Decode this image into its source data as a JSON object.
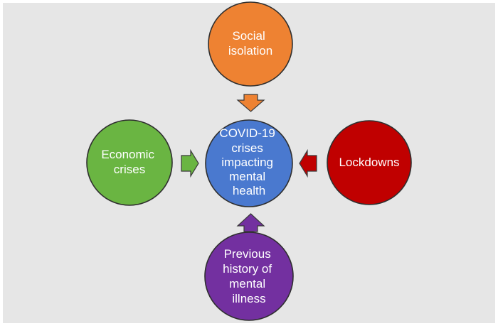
{
  "diagram": {
    "background": "#e6e6e6",
    "center": {
      "lines": [
        "COVID-19",
        "crises",
        "impacting",
        "mental",
        "health"
      ],
      "color": "#4a79cf"
    },
    "nodes": {
      "top": {
        "lines": [
          "Social",
          "isolation"
        ],
        "color": "#ee8232",
        "arrow_color": "#ee8232"
      },
      "left": {
        "lines": [
          "Economic",
          "crises"
        ],
        "color": "#6ab542",
        "arrow_color": "#6ab542"
      },
      "right": {
        "lines": [
          "Lockdowns"
        ],
        "color": "#c00000",
        "arrow_color": "#c00000"
      },
      "bottom": {
        "lines": [
          "Previous",
          "history of",
          "mental",
          "illness"
        ],
        "color": "#7330a0",
        "arrow_color": "#7330a0"
      }
    }
  }
}
